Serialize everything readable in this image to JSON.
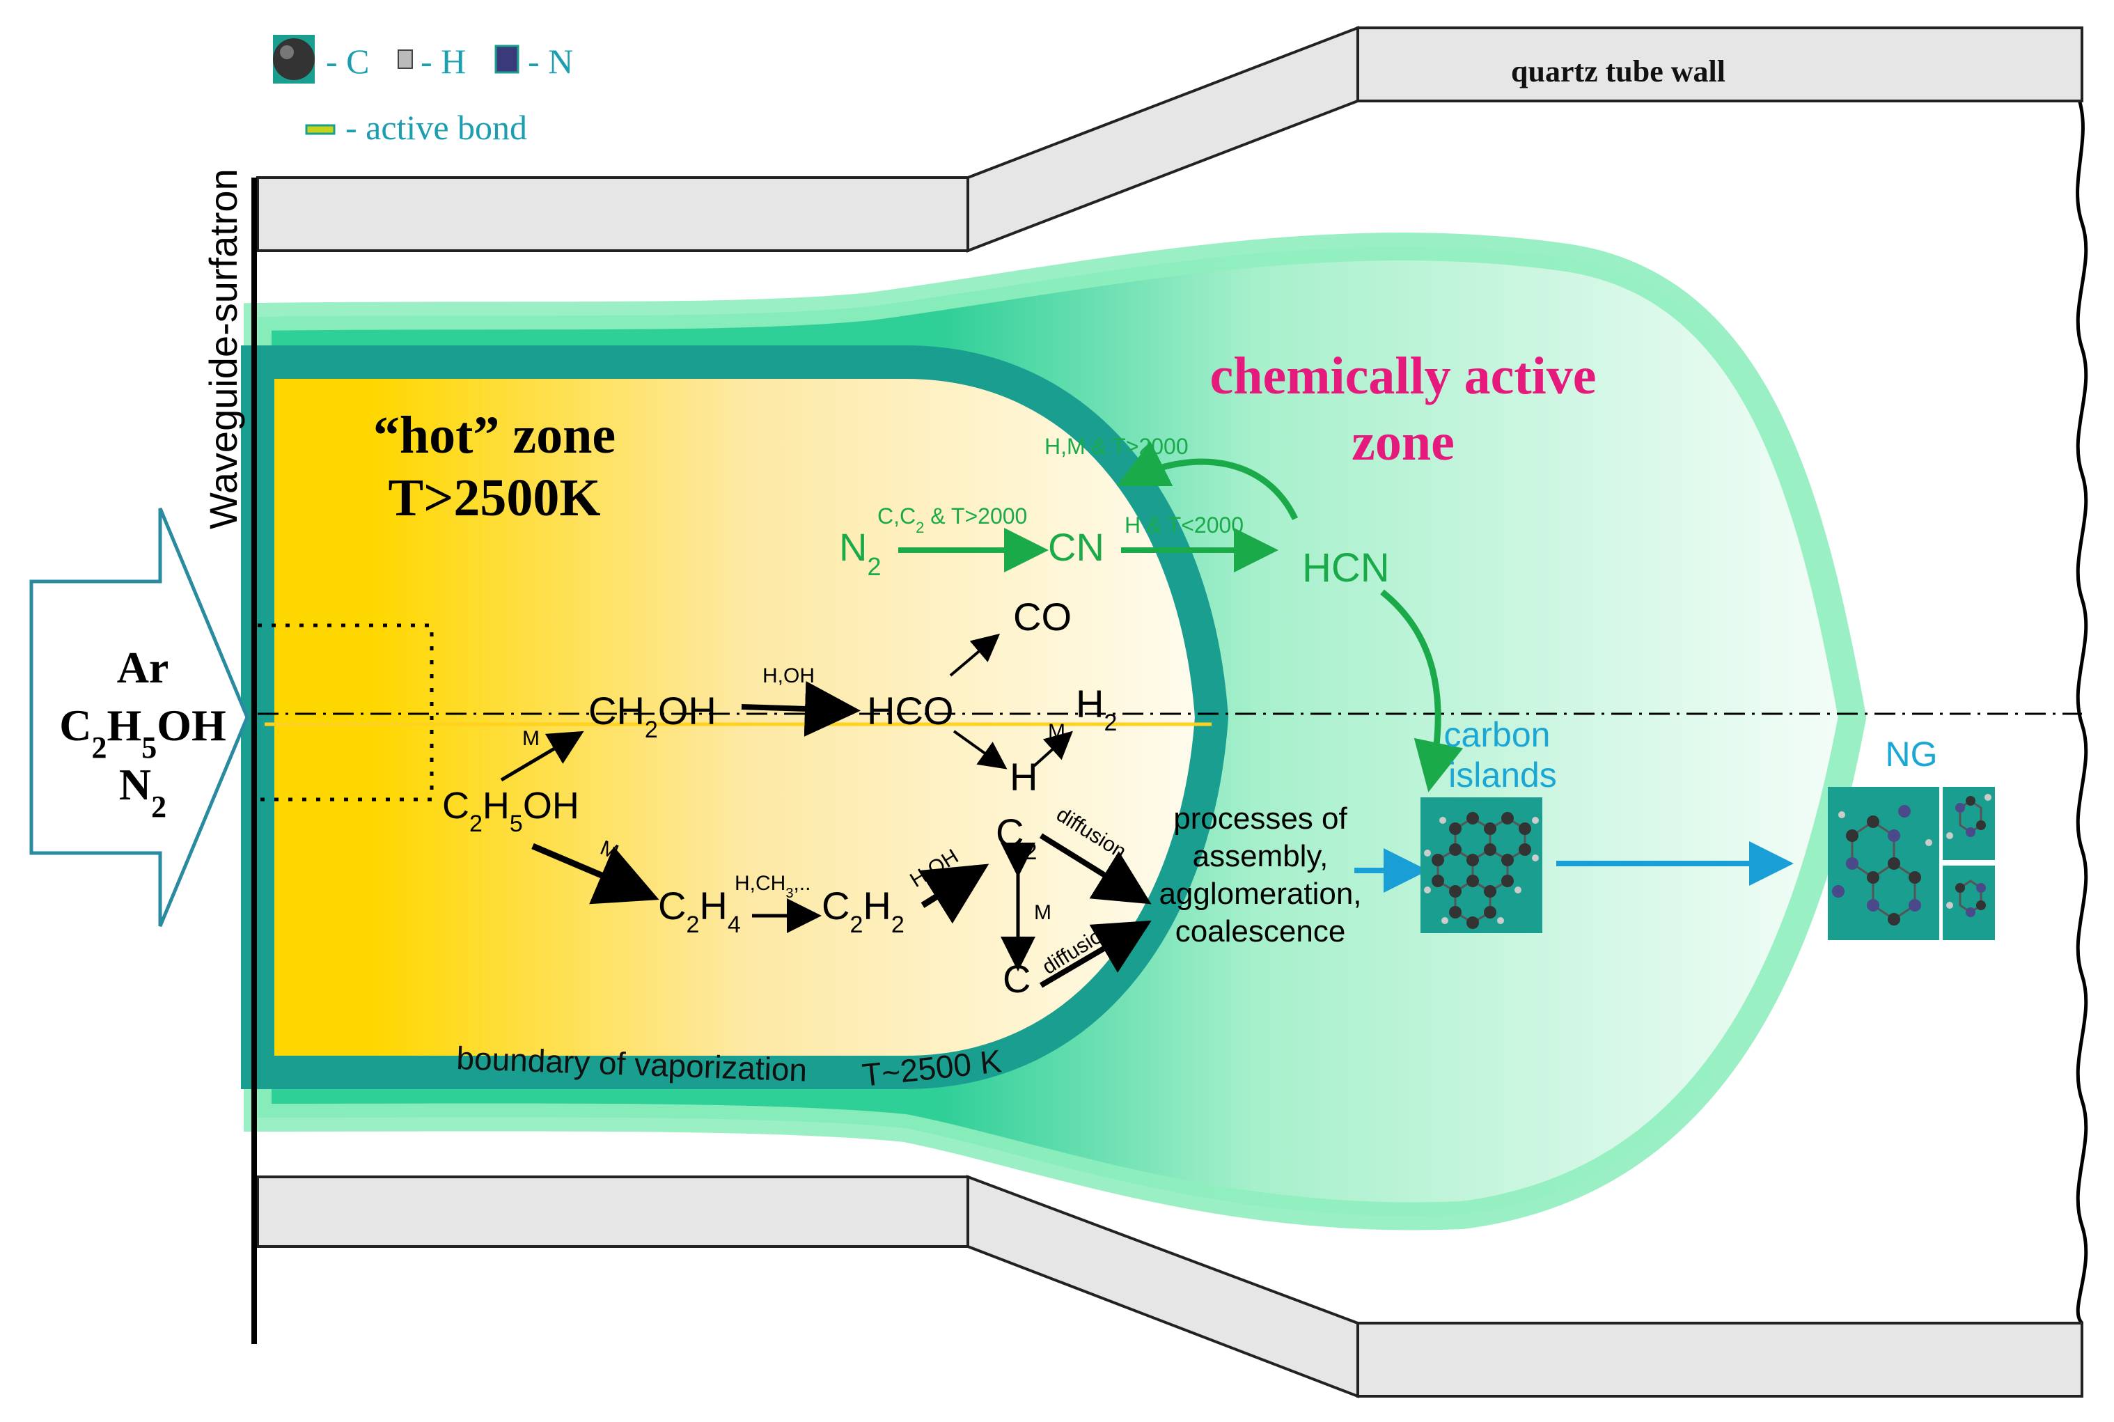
{
  "legend": {
    "carbon": "- C",
    "hydrogen": "- H",
    "nitrogen": "- N",
    "active_bond": "- active bond"
  },
  "labels": {
    "quartz_wall": "quartz tube wall",
    "waveguide": "Waveguide-surfatron",
    "hot_zone_line1": "“hot” zone",
    "hot_zone_line2": "T>2500K",
    "active_zone_line1": "chemically active",
    "active_zone_line2": "zone",
    "boundary": "boundary of vaporization",
    "boundary_temp": "T~2500 K",
    "carbon_islands_line1": "carbon",
    "carbon_islands_line2": "islands",
    "ng": "NG",
    "processes_line1": "processes of",
    "processes_line2": "assembly,",
    "processes_line3": "agglomeration,",
    "processes_line4": "coalescence"
  },
  "inlet": {
    "line1": "Ar",
    "line2_base": "C",
    "line2_sub1": "2",
    "line2_mid": "H",
    "line2_sub2": "5",
    "line2_end": "OH",
    "line3_base": "N",
    "line3_sub": "2"
  },
  "reactions": {
    "n2": "N",
    "n2_sub": "2",
    "cn": "CN",
    "hcn": "HCN",
    "n2_to_cn": "C,C",
    "n2_to_cn_sub": "2",
    "n2_to_cn_tail": " & T>2000",
    "hcn_to_cn": "H,M & T>2000",
    "cn_to_hcn": "H   & T<2000",
    "c2h5oh_a": "C",
    "c2h5oh_sub1": "2",
    "c2h5oh_b": "H",
    "c2h5oh_sub2": "5",
    "c2h5oh_c": "OH",
    "ch2oh_a": "CH",
    "ch2oh_sub": "2",
    "ch2oh_b": "OH",
    "hco": "HCO",
    "co": "CO",
    "h2": "H",
    "h2_sub": "2",
    "h": "H",
    "c2h4_a": "C",
    "c2h4_sub1": "2",
    "c2h4_b": "H",
    "c2h4_sub2": "4",
    "c2h2_a": "C",
    "c2h2_sub1": "2",
    "c2h2_b": "H",
    "c2h2_sub2": "2",
    "c2_a": "C",
    "c2_sub": "2",
    "c": "C",
    "m": "M",
    "h_oh": "H,OH",
    "h_ch3": "H,CH",
    "h_ch3_sub": "3",
    "h_ch3_tail": ",..",
    "diffusion": "diffusion"
  },
  "colors": {
    "green_text": "#1aaa4a",
    "magenta": "#e6197d",
    "teal": "#1a9e90",
    "light_green": "#9ff0c6",
    "cyan_text": "#1aa7d6",
    "yellow": "#ffd700",
    "inlet_border": "#2a8aa0"
  }
}
